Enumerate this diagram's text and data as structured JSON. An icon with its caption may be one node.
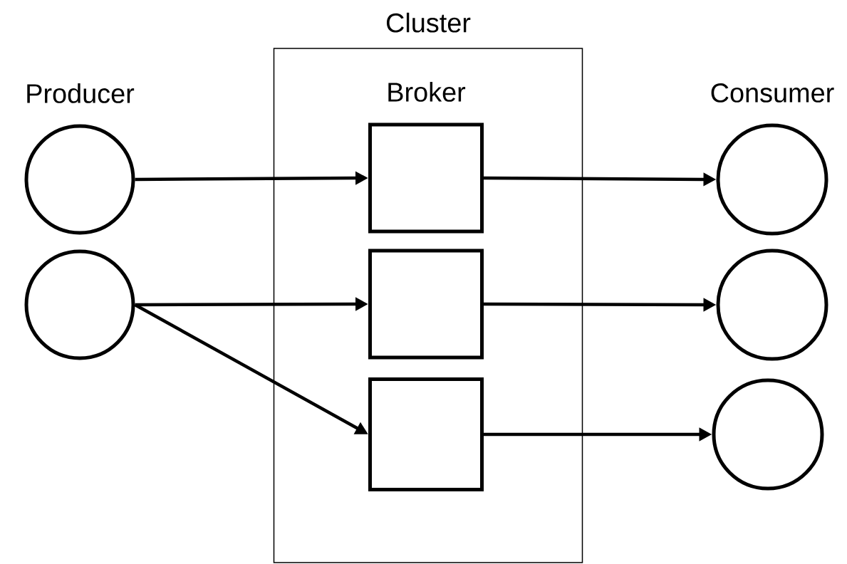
{
  "diagram": {
    "nodes": [
      {
        "text": [
          "Cluster"
        ]
      },
      {
        "text": [
          "Producer"
        ]
      },
      {
        "text": [],
        "shape": "circle"
      },
      {
        "text": [
          "Broker"
        ],
        "in": 0
      },
      {
        "text": [],
        "shape": "box",
        "in": 0
      },
      {
        "text": [],
        "shape": "box",
        "in": 0
      },
      {
        "text": [
          "Consumer"
        ]
      },
      {
        "text": [],
        "shape": "circle"
      },
      {
        "text": [],
        "shape": "circle"
      }
    ],
    "edges": [
      {
        "from": 1,
        "to": 3,
        "arrow": "to"
      },
      {
        "from": 2,
        "to": 4,
        "arrow": "to"
      },
      {
        "from": 2,
        "to": 5,
        "arrow": "to"
      },
      {
        "from": 3,
        "to": 6,
        "arrow": "to"
      },
      {
        "from": 4,
        "to": 7,
        "arrow": "to"
      },
      {
        "from": 5,
        "to": 8,
        "arrow": "to"
      }
    ]
  }
}
